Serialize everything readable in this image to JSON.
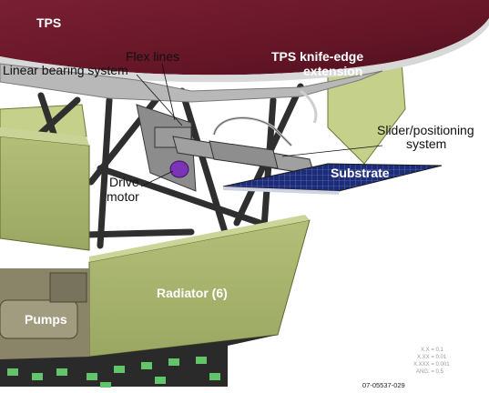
{
  "labels": {
    "tps": "TPS",
    "knife_edge_1": "TPS knife-edge",
    "knife_edge_2": "extension",
    "linear_bearing": "Linear bearing system",
    "flex_lines": "Flex lines",
    "slider_1": "Slider/positioning",
    "slider_2": "system",
    "substrate": "Substrate",
    "drive_1": "Drive",
    "drive_2": "motor",
    "radiator": "Radiator (6)",
    "pumps": "Pumps"
  },
  "tolerances": [
    "X.X = 0.1",
    "X.XX = 0.01",
    "X.XXX = 0.001",
    "ANG. = 0.5"
  ],
  "figure_id": "07-05537-029",
  "colors": {
    "tps": "#6e1a2b",
    "radiator": "#a8b56d",
    "frame": "#2f2f2f",
    "substrate": "#1d2c78",
    "motor": "#7a34b5"
  }
}
